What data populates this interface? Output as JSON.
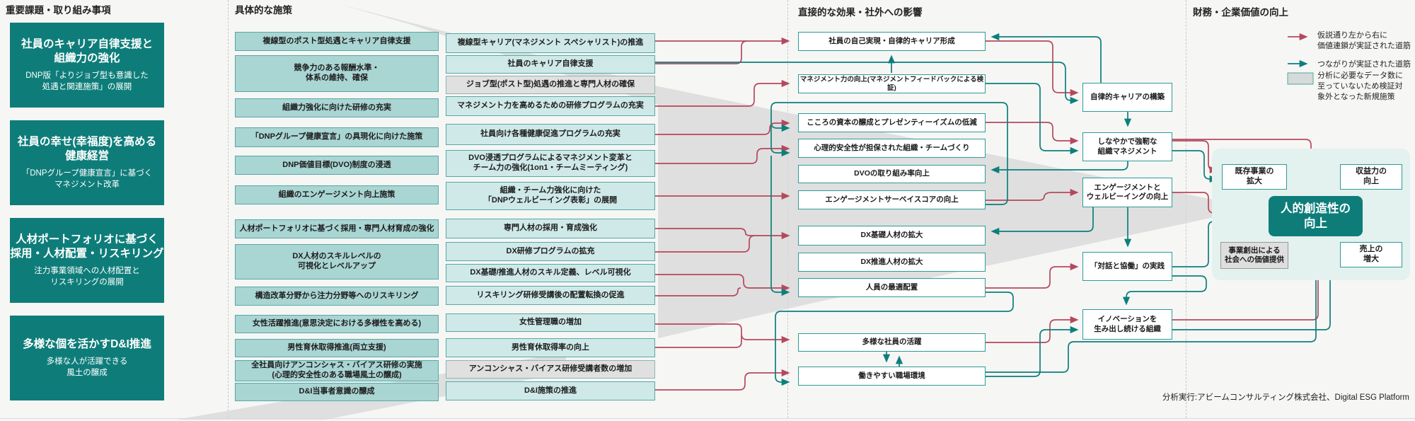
{
  "headers": {
    "issues": "重要課題・取り組み事項",
    "measures": "具体的な施策",
    "effects": "直接的な効果・社外への影響",
    "value": "財務・企業価値の向上"
  },
  "issues": [
    {
      "title": "社員のキャリア自律支援と\n組織力の強化",
      "subtitle": "DNP版「よりジョブ型も意識した\n処遇と関連施策」の展開"
    },
    {
      "title": "社員の幸せ(幸福度)を高める\n健康経営",
      "subtitle": "「DNPグループ健康宣言」に基づく\nマネジメント改革"
    },
    {
      "title": "人材ポートフォリオに基づく\n採用・人材配置・リスキリング",
      "subtitle": "注力事業領域への人材配置と\nリスキリングの展開"
    },
    {
      "title": "多様な個を活かすD&I推進",
      "subtitle": "多様な人が活躍できる\n風土の醸成"
    }
  ],
  "measures_left": [
    {
      "label": "複線型のポスト型処遇とキャリア自律支援"
    },
    {
      "label": "競争力のある報酬水準・\n体系の維持、確保"
    },
    {
      "label": "組織力強化に向けた研修の充実"
    },
    {
      "label": "「DNPグループ健康宣言」の具現化に向けた施策"
    },
    {
      "label": "DNP価値目標(DVO)制度の浸透"
    },
    {
      "label": "組織のエンゲージメント向上施策"
    },
    {
      "label": "人材ポートフォリオに基づく採用・専門人材育成の強化"
    },
    {
      "label": "DX人材のスキルレベルの\n可視化とレベルアップ"
    },
    {
      "label": "構造改革分野から注力分野等へのリスキリング"
    },
    {
      "label": "女性活躍推進(意思決定における多様性を高める)"
    },
    {
      "label": "男性育休取得推進(両立支援)"
    },
    {
      "label": "全社員向けアンコンシャス・バイアス研修の実施\n(心理的安全性のある職場風土の醸成)"
    },
    {
      "label": "D&I当事者意識の醸成"
    }
  ],
  "measures_right": [
    {
      "label": "複線型キャリア(マネジメント スペシャリスト)の推進"
    },
    {
      "label": "社員のキャリア自律支援"
    },
    {
      "label": "ジョブ型(ポスト型)処遇の推進と専門人材の確保"
    },
    {
      "label": "マネジメント力を高めるための研修プログラムの充実"
    },
    {
      "label": "社員向け各種健康促進プログラムの充実"
    },
    {
      "label": "DVO浸透プログラムによるマネジメント変革と\nチーム力の強化(1on1・チームミーティング)"
    },
    {
      "label": "組織・チーム力強化に向けた\n「DNPウェルビーイング表彰」の展開"
    },
    {
      "label": "専門人材の採用・育成強化"
    },
    {
      "label": "DX研修プログラムの拡充"
    },
    {
      "label": "DX基礎/推進人材のスキル定義、レベル可視化"
    },
    {
      "label": "リスキリング研修受講後の配置転換の促進"
    },
    {
      "label": "女性管理職の増加"
    },
    {
      "label": "男性育休取得率の向上"
    },
    {
      "label": "アンコンシャス・バイアス研修受講者数の増加"
    },
    {
      "label": "D&I施策の推進"
    }
  ],
  "effects": [
    {
      "label": "社員の自己実現・自律的キャリア形成"
    },
    {
      "label": "マネジメント力の向上(マネジメントフィードバックによる検証)"
    },
    {
      "label": "こころの資本の醸成とプレゼンティーイズムの低減"
    },
    {
      "label": "心理的安全性が担保された組織・チームづくり"
    },
    {
      "label": "DVOの取り組み率向上"
    },
    {
      "label": "エンゲージメントサーベイスコアの向上"
    },
    {
      "label": "DX基礎人材の拡大"
    },
    {
      "label": "DX推進人材の拡大"
    },
    {
      "label": "人員の最適配置"
    },
    {
      "label": "多様な社員の活躍"
    },
    {
      "label": "働きやすい職場環境"
    }
  ],
  "outcomes": [
    {
      "label": "自律的キャリアの構築"
    },
    {
      "label": "しなやかで強靭な\n組織マネジメント"
    },
    {
      "label": "エンゲージメントと\nウェルビーイングの向上"
    },
    {
      "label": "「対話と協働」の実践"
    },
    {
      "label": "イノベーションを\n生み出し続ける組織"
    }
  ],
  "finance": {
    "existing": "既存事業の\n拡大",
    "profit": "収益力の\n向上",
    "creativity": "人的創造性の\n向上",
    "social": "事業創出による\n社会への価値提供",
    "sales": "売上の\n増大"
  },
  "legend": {
    "red": "仮説通り左から右に\n価値連鎖が実証された道筋",
    "teal": "つながりが実証された道筋",
    "gray": "分析に必要なデータ数に\n至っていないため検証対\n象外となった新規施策"
  },
  "footer": {
    "attribution": "分析実行:アビームコンサルティング株式会社、Digital ESG Platform"
  },
  "colors": {
    "red_arrow": "#b5485c",
    "teal_arrow": "#0c7f7c",
    "dark_teal": "#0e7d7a",
    "measure_left_fill": "#a9d5d3",
    "measure_right_fill": "#cfe9e8",
    "excluded_gray": "#e0e0e0",
    "panel_fill": "#e3f1ef"
  }
}
